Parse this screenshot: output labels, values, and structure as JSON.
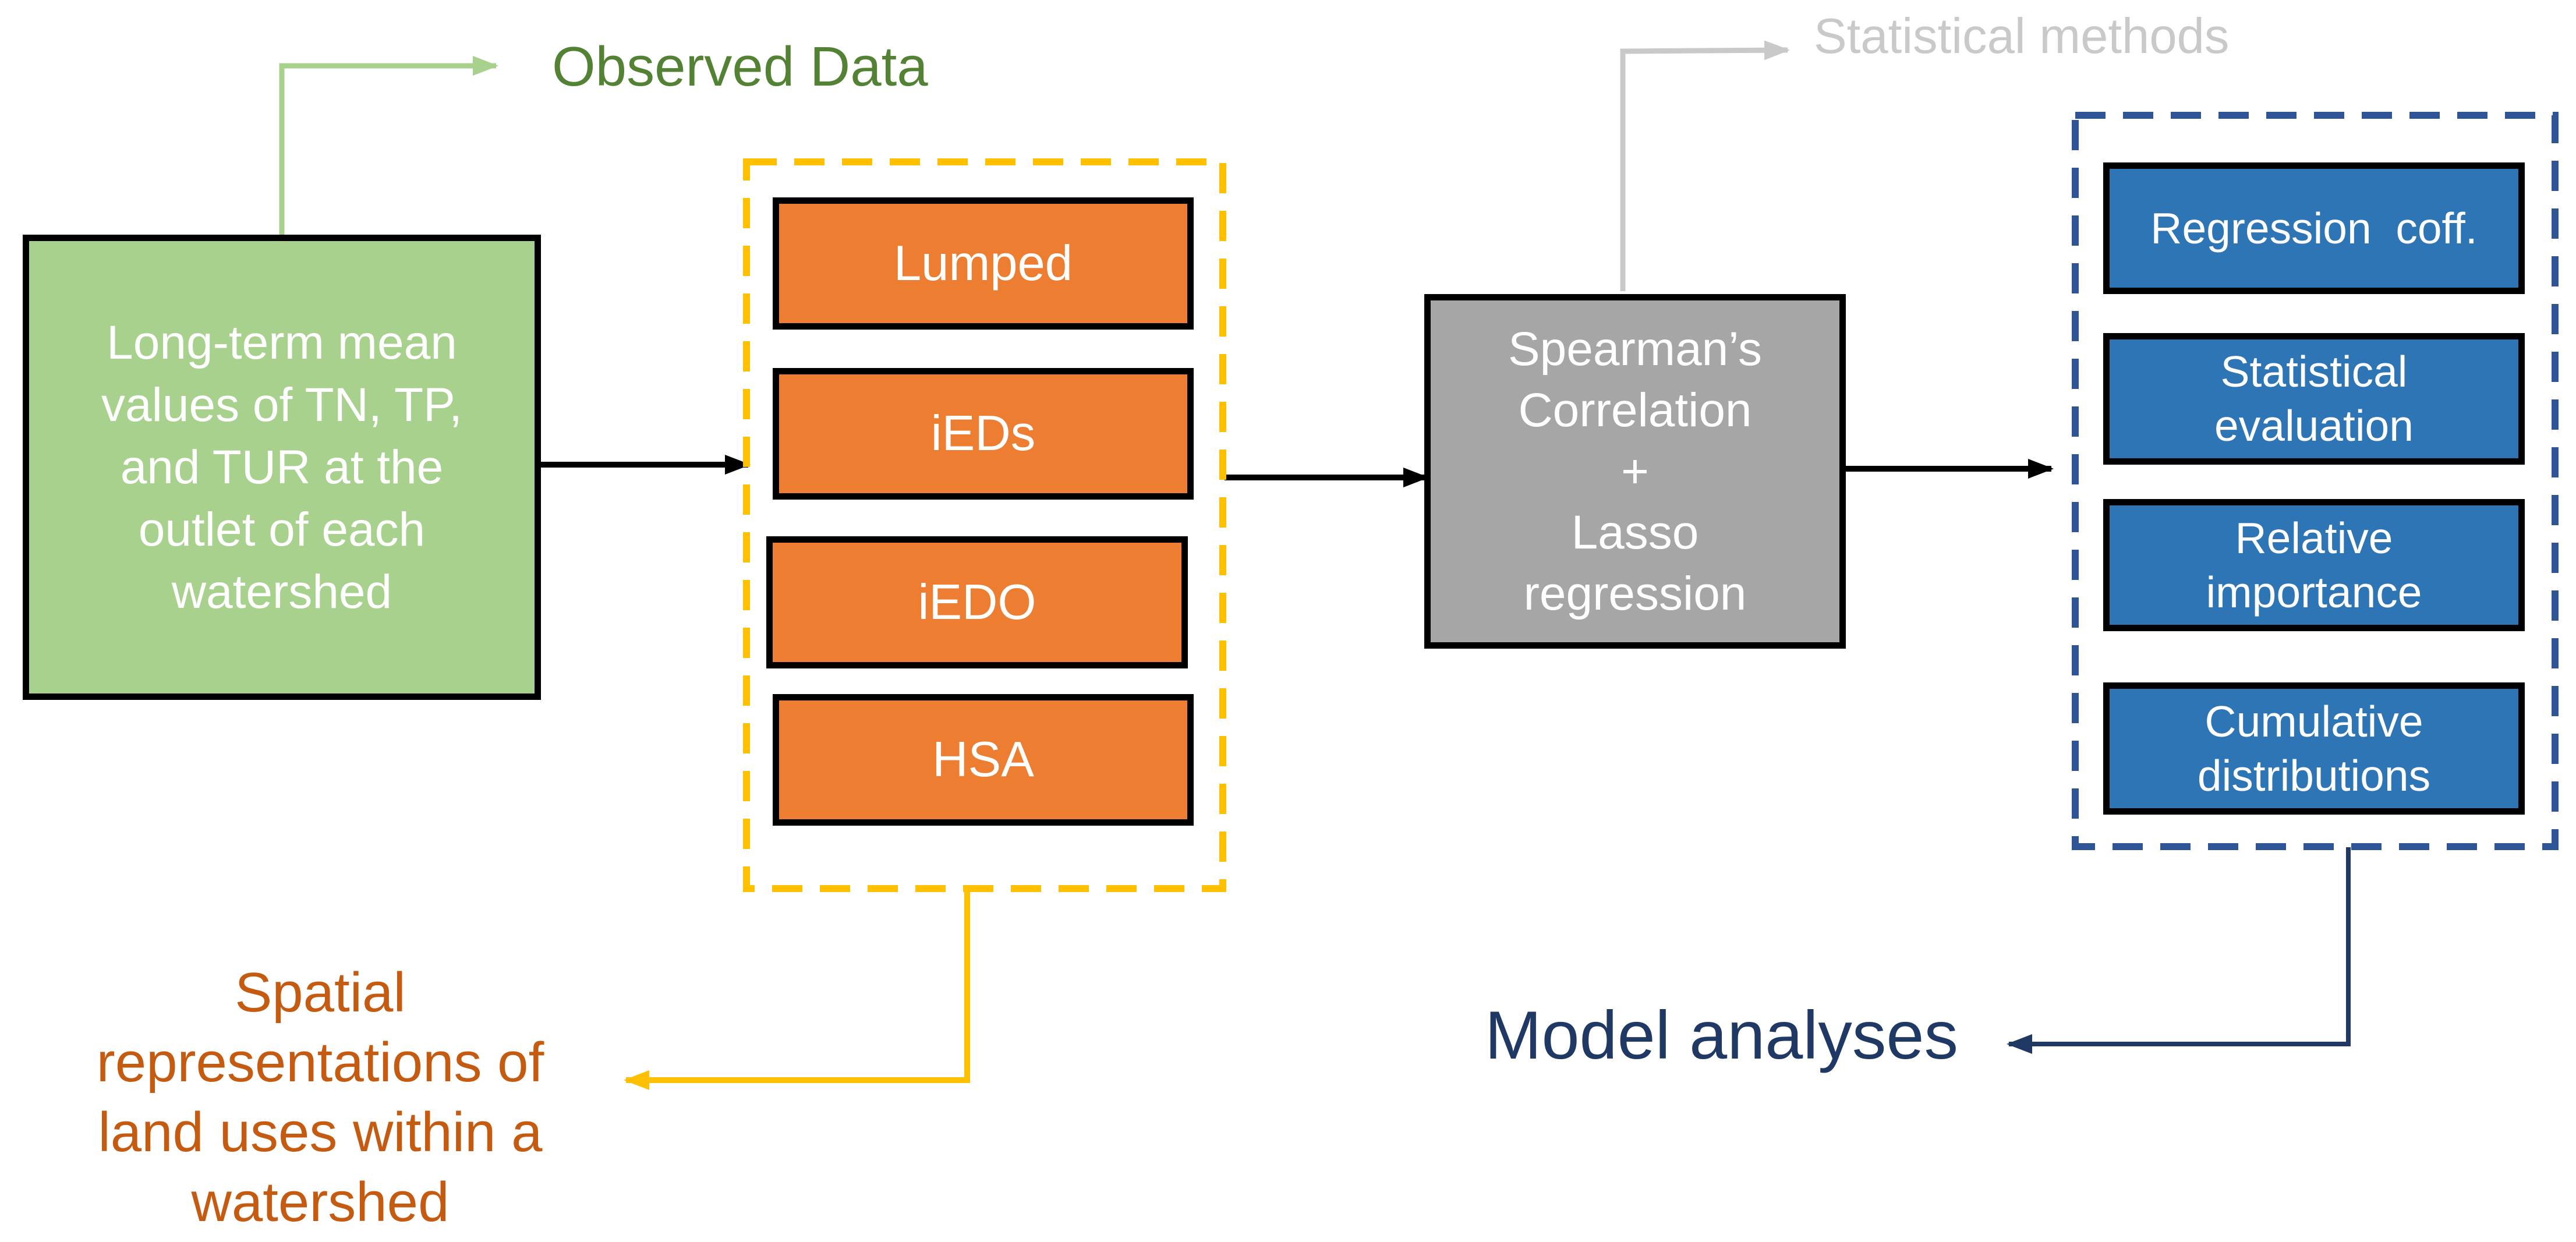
{
  "diagram": {
    "observed": {
      "label": "Observed Data",
      "box_lines": [
        "Long-term mean",
        "values of TN, TP,",
        "and TUR at the",
        "outlet of each",
        "watershed"
      ],
      "fill": "#a9d18e",
      "label_color": "#548235",
      "connector_color": "#a9d18e"
    },
    "spatial": {
      "label_lines": [
        "Spatial",
        "representations of",
        "land uses within a",
        "watershed"
      ],
      "items": [
        "Lumped",
        "iEDs",
        "iEDO",
        "HSA"
      ],
      "fill": "#ed7d31",
      "label_color": "#c55a11",
      "frame_color": "#ffc000"
    },
    "statistics": {
      "label": "Statistical methods",
      "box_lines": [
        "Spearman’s",
        "Correlation",
        "+",
        "Lasso",
        "regression"
      ],
      "fill": "#a6a6a6",
      "label_color": "#c9c9c9",
      "connector_color": "#c9c9c9"
    },
    "model": {
      "label": "Model analyses",
      "items": [
        [
          "Regression  coff."
        ],
        [
          "Statistical",
          "evaluation"
        ],
        [
          "Relative",
          "importance"
        ],
        [
          "Cumulative",
          "distributions"
        ]
      ],
      "fill": "#2e75b6",
      "label_color": "#1f3864",
      "frame_color": "#2f5597"
    },
    "flow_arrow_color": "#000000"
  }
}
